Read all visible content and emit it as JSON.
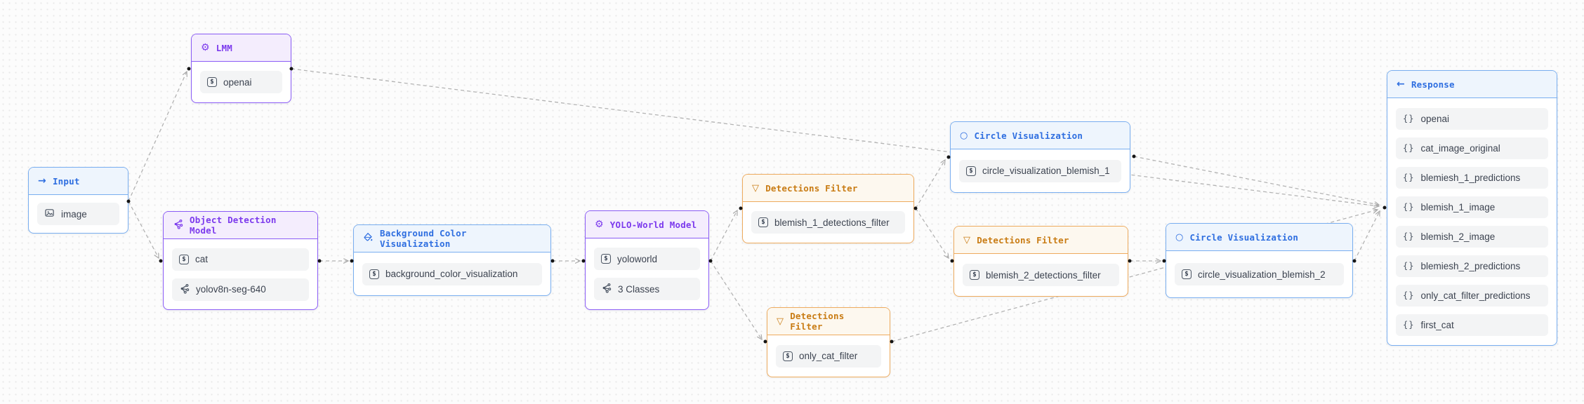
{
  "palette": {
    "purple_border": "#8b5cf6",
    "purple_title": "#7c3aed",
    "purple_header_bg": "#f4edfd",
    "blue_border": "#79aef0",
    "blue_title": "#2e6ee0",
    "blue_header_bg": "#eef5fd",
    "orange_border": "#eeab5e",
    "orange_title": "#c97c14",
    "orange_header_bg": "#fdf8ef",
    "item_bg": "#f3f4f5",
    "edge_color": "#b3b3b3"
  },
  "nodes": {
    "input": {
      "title": "Input",
      "icon": "arrow-right-icon",
      "color": "blue",
      "items": [
        {
          "icon": "image-icon",
          "label": "image"
        }
      ]
    },
    "lmm": {
      "title": "LMM",
      "icon": "gear-icon",
      "color": "purple",
      "items": [
        {
          "icon": "string-icon",
          "label": "openai"
        }
      ]
    },
    "odm": {
      "title": "Object Detection Model",
      "icon": "molecule-icon",
      "color": "purple",
      "items": [
        {
          "icon": "string-icon",
          "label": "cat"
        },
        {
          "icon": "molecule-icon",
          "label": "yolov8n-seg-640"
        }
      ]
    },
    "bgcv": {
      "title": "Background Color Visualization",
      "icon": "paint-bucket-icon",
      "color": "blue",
      "items": [
        {
          "icon": "string-icon",
          "label": "background_color_visualization"
        }
      ]
    },
    "yolo": {
      "title": "YOLO-World Model",
      "icon": "gear-icon",
      "color": "purple",
      "items": [
        {
          "icon": "string-icon",
          "label": "yoloworld"
        },
        {
          "icon": "molecule-icon",
          "label": "3 Classes"
        }
      ]
    },
    "df1": {
      "title": "Detections Filter",
      "icon": "funnel-icon",
      "color": "orange",
      "items": [
        {
          "icon": "string-icon",
          "label": "blemish_1_detections_filter"
        }
      ]
    },
    "cv1": {
      "title": "Circle Visualization",
      "icon": "circle-icon",
      "color": "blue",
      "items": [
        {
          "icon": "string-icon",
          "label": "circle_visualization_blemish_1"
        }
      ]
    },
    "df2": {
      "title": "Detections Filter",
      "icon": "funnel-icon",
      "color": "orange",
      "items": [
        {
          "icon": "string-icon",
          "label": "blemish_2_detections_filter"
        }
      ]
    },
    "cv2": {
      "title": "Circle Visualization",
      "icon": "circle-icon",
      "color": "blue",
      "items": [
        {
          "icon": "string-icon",
          "label": "circle_visualization_blemish_2"
        }
      ]
    },
    "dfcat": {
      "title": "Detections Filter",
      "icon": "funnel-icon",
      "color": "orange",
      "items": [
        {
          "icon": "string-icon",
          "label": "only_cat_filter"
        }
      ]
    },
    "response": {
      "title": "Response",
      "icon": "arrow-left-icon",
      "color": "blue",
      "items": [
        {
          "icon": "braces-icon",
          "label": "openai"
        },
        {
          "icon": "braces-icon",
          "label": "cat_image_original"
        },
        {
          "icon": "braces-icon",
          "label": "blemiesh_1_predictions"
        },
        {
          "icon": "braces-icon",
          "label": "blemish_1_image"
        },
        {
          "icon": "braces-icon",
          "label": "blemish_2_image"
        },
        {
          "icon": "braces-icon",
          "label": "blemiesh_2_predictions"
        },
        {
          "icon": "braces-icon",
          "label": "only_cat_filter_predictions"
        },
        {
          "icon": "braces-icon",
          "label": "first_cat"
        }
      ]
    }
  },
  "edges": [
    {
      "from": "input",
      "to": "lmm"
    },
    {
      "from": "input",
      "to": "odm"
    },
    {
      "from": "lmm",
      "to": "response"
    },
    {
      "from": "odm",
      "to": "bgcv"
    },
    {
      "from": "bgcv",
      "to": "yolo"
    },
    {
      "from": "yolo",
      "to": "df1"
    },
    {
      "from": "yolo",
      "to": "dfcat"
    },
    {
      "from": "df1",
      "to": "cv1"
    },
    {
      "from": "df1",
      "to": "df2"
    },
    {
      "from": "cv1",
      "to": "response"
    },
    {
      "from": "df2",
      "to": "cv2"
    },
    {
      "from": "cv2",
      "to": "response"
    },
    {
      "from": "dfcat",
      "to": "response"
    }
  ]
}
